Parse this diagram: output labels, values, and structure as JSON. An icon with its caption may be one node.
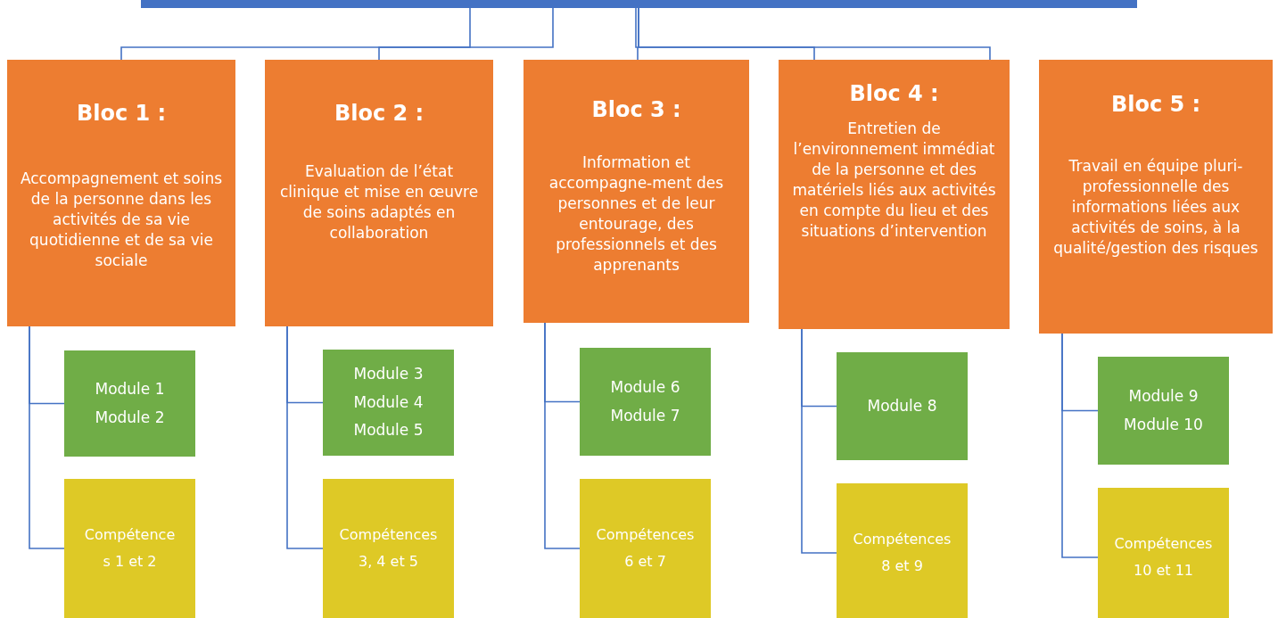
{
  "diagram": {
    "nodes": [
      {
        "text": [],
        "shape": "bar"
      },
      {
        "text": [
          "Bloc 1 :",
          "Accompagnement et soins de la personne dans les activités de sa vie quotidienne et de sa vie sociale"
        ]
      },
      {
        "text": [
          "Bloc 2 :",
          "Evaluation de l’état clinique et mise en œuvre de soins adaptés en collaboration"
        ]
      },
      {
        "text": [
          "Bloc 3 :",
          "Information et accompagne-ment des personnes et de leur entourage, des professionnels et des apprenants"
        ]
      },
      {
        "text": [
          "Bloc 4 :",
          "Entretien de l’environnement immédiat de la personne et des matériels liés aux activités en compte du lieu et des situations d’intervention"
        ]
      },
      {
        "text": [
          "Bloc 5 :",
          "Travail en équipe pluri-professionnelle des informations liées aux activités de soins, à la qualité/gestion des risques"
        ]
      },
      {
        "text": [
          "Module 1",
          "Module 2"
        ]
      },
      {
        "text": [
          "Module 3",
          "Module 4",
          "Module 5"
        ]
      },
      {
        "text": [
          "Module 6",
          "Module 7"
        ]
      },
      {
        "text": [
          "Module 8"
        ]
      },
      {
        "text": [
          "Module 9",
          "Module 10"
        ]
      },
      {
        "text": [
          "Compétence s 1 et 2"
        ]
      },
      {
        "text": [
          "Compétences 3, 4 et 5"
        ]
      },
      {
        "text": [
          "Compétences 6 et 7"
        ]
      },
      {
        "text": [
          "Compétences 8 et 9"
        ]
      },
      {
        "text": [
          "Compétences 10 et 11"
        ]
      }
    ],
    "edges": [
      {
        "from": 0,
        "to": 1,
        "arrow": "none"
      },
      {
        "from": 0,
        "to": 2,
        "arrow": "none"
      },
      {
        "from": 0,
        "to": 3,
        "arrow": "none"
      },
      {
        "from": 0,
        "to": 4,
        "arrow": "none"
      },
      {
        "from": 0,
        "to": 4,
        "arrow": "none"
      },
      {
        "from": 1,
        "to": 6,
        "arrow": "none"
      },
      {
        "from": 1,
        "to": 11,
        "arrow": "none"
      },
      {
        "from": 2,
        "to": 7,
        "arrow": "none"
      },
      {
        "from": 2,
        "to": 12,
        "arrow": "none"
      },
      {
        "from": 3,
        "to": 8,
        "arrow": "none"
      },
      {
        "from": 3,
        "to": 13,
        "arrow": "none"
      },
      {
        "from": 4,
        "to": 9,
        "arrow": "none"
      },
      {
        "from": 4,
        "to": 14,
        "arrow": "none"
      },
      {
        "from": 5,
        "to": 10,
        "arrow": "none"
      },
      {
        "from": 5,
        "to": 15,
        "arrow": "none"
      }
    ]
  }
}
